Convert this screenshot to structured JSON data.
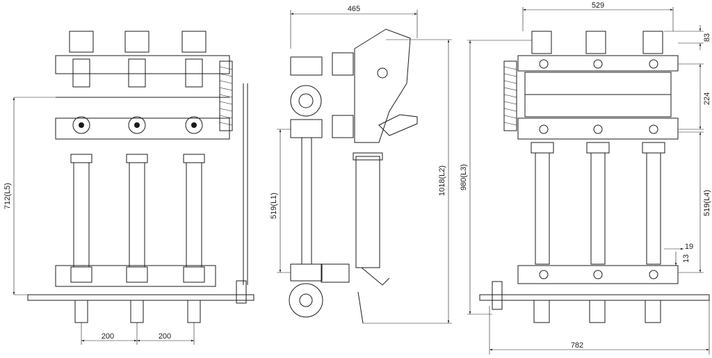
{
  "dimensions": {
    "front_pitch_1": "200",
    "front_pitch_2": "200",
    "front_height_l5": "712(L5)",
    "side_width": "465",
    "side_height_l1": "519(L1)",
    "side_height_l2": "1018(L2)",
    "rear_width": "529",
    "rear_top_offset": "83",
    "rear_spacing": "224",
    "rear_height_l3": "980(L3)",
    "rear_height_l4": "519(L4)",
    "rear_detail_19": "19",
    "rear_detail_13": "13",
    "rear_overall_width": "782"
  },
  "colors": {
    "line": "#1a1a1a",
    "background": "#ffffff"
  }
}
